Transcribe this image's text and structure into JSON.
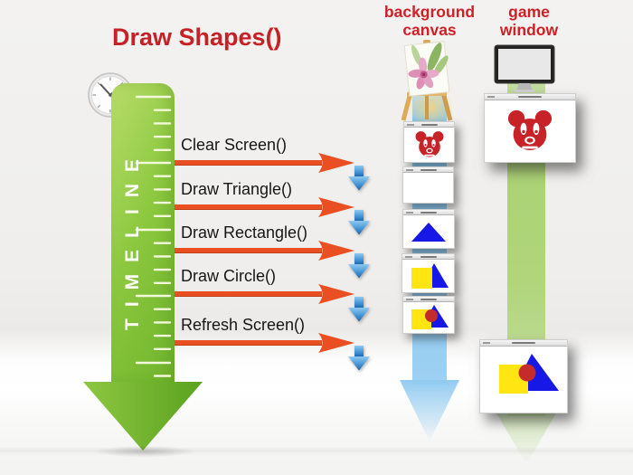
{
  "title": "Draw Shapes()",
  "timeline": {
    "label": "TIMELINE"
  },
  "steps": [
    {
      "label": "Clear Screen()"
    },
    {
      "label": "Draw Triangle()"
    },
    {
      "label": "Draw Rectangle()"
    },
    {
      "label": "Draw Circle()"
    },
    {
      "label": "Refresh Screen()"
    }
  ],
  "background_canvas": {
    "header_line1": "background",
    "header_line2": "canvas",
    "frames": [
      {
        "content": "mickey-face"
      },
      {
        "content": "blank"
      },
      {
        "content": "triangle"
      },
      {
        "content": "rectangle-triangle"
      },
      {
        "content": "rectangle-triangle-circle"
      }
    ]
  },
  "game_window": {
    "header_line1": "game",
    "header_line2": "window",
    "frames": [
      {
        "content": "mickey-face"
      },
      {
        "content": "rectangle-triangle-circle"
      }
    ]
  },
  "colors": {
    "title_red": "#c52127",
    "timeline_green": "#8ac73e",
    "arrow_orange": "#ea4e21",
    "down_arrow_blue": "#2f7fc4",
    "canvas_band_blue": "#8ac8ee",
    "game_band_green": "#abd277",
    "shape_yellow": "#ffe612",
    "shape_blue": "#1616e8",
    "shape_red": "#c62b2b"
  }
}
